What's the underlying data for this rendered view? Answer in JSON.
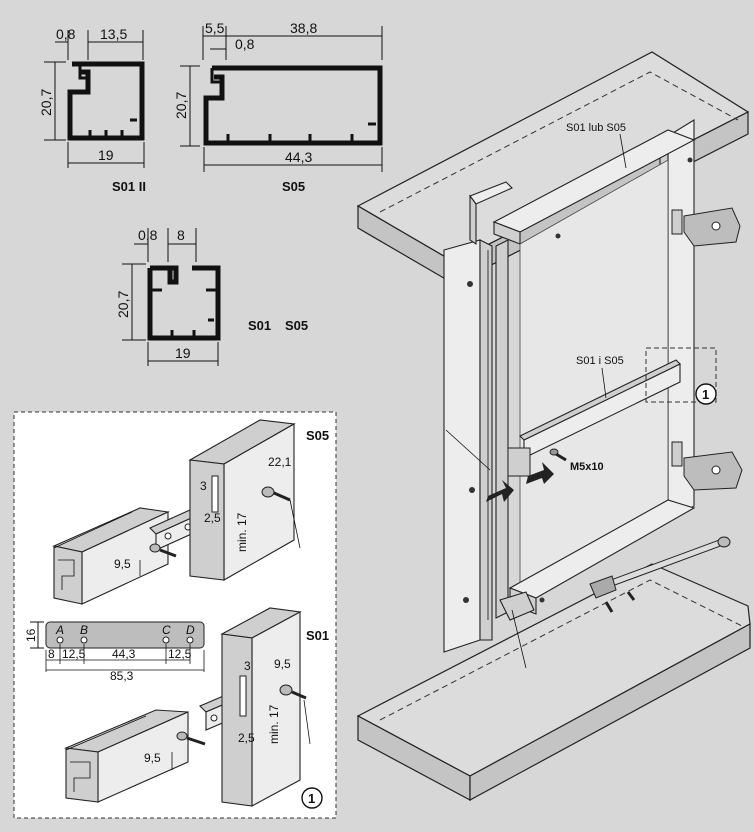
{
  "profiles": {
    "s01_ii": {
      "name": "S01 II",
      "top_left": "0,8",
      "top_right": "13,5",
      "height": "20,7",
      "bottom": "19"
    },
    "s05": {
      "name": "S05",
      "top_left": "5,5",
      "top_right": "38,8",
      "lip": "0,8",
      "height": "20,7",
      "bottom": "44,3"
    },
    "s01_s05": {
      "name_a": "S01",
      "name_b": "S05",
      "top_left": "0,8",
      "top_right": "8",
      "height": "20,7",
      "bottom": "19"
    }
  },
  "detail": {
    "s05_label": "S05",
    "s01_label": "S01",
    "s05_dims": {
      "a": "22,1",
      "b": "3",
      "c": "2,5",
      "d": "min. 17",
      "e": "9,5"
    },
    "s01_dims": {
      "a": "9,5",
      "b": "3",
      "c": "2,5",
      "d": "min. 17",
      "e": "9,5"
    },
    "plate": {
      "height": "16",
      "holes": [
        "A",
        "B",
        "C",
        "D"
      ],
      "segments": [
        "8",
        "12,5",
        "44,3",
        "12,5"
      ],
      "total": "85,3"
    },
    "circle_label": "1"
  },
  "assembly": {
    "label_top": "S01 lub S05",
    "label_mid": "S01 i S05",
    "screw_label": "M5x10",
    "circle_label": "1"
  }
}
